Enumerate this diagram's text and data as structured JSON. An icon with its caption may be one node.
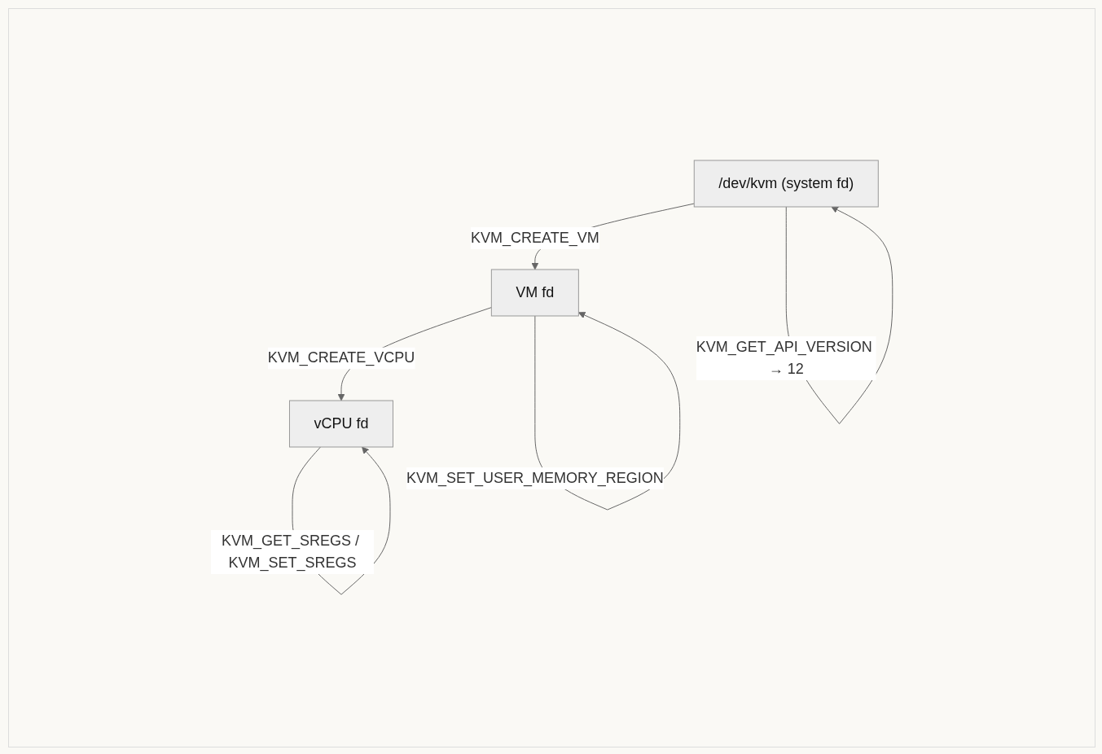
{
  "diagram": {
    "nodes": [
      {
        "text": [
          "/dev/kvm (system fd)"
        ]
      },
      {
        "text": [
          "VM fd"
        ]
      },
      {
        "text": [
          "vCPU fd"
        ]
      }
    ],
    "edges": [
      {
        "from": 0,
        "to": 1,
        "arrow": "to",
        "label": "KVM_CREATE_VM"
      },
      {
        "from": 0,
        "to": 0,
        "arrow": "to",
        "label": "KVM_GET_API_VERSION → 12"
      },
      {
        "from": 1,
        "to": 2,
        "arrow": "to",
        "label": "KVM_CREATE_VCPU"
      },
      {
        "from": 1,
        "to": 1,
        "arrow": "to",
        "label": "KVM_SET_USER_MEMORY_REGION"
      },
      {
        "from": 2,
        "to": 2,
        "arrow": "to",
        "label": "KVM_GET_SREGS / KVM_SET_SREGS"
      }
    ]
  }
}
